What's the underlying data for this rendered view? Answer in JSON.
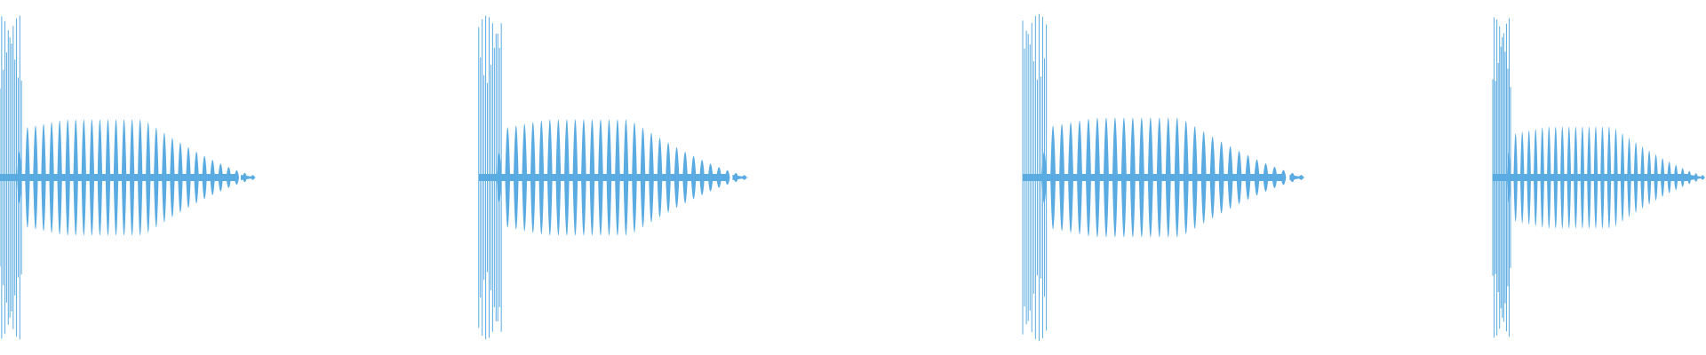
{
  "colors": {
    "background": "#ffffff",
    "waveform": "#5aabe2"
  },
  "chart_data": {
    "type": "area",
    "title": "",
    "xlabel": "",
    "ylabel": "",
    "grid": false,
    "legend": "none",
    "axis_range": {
      "time_s": [
        0,
        3.92
      ],
      "amplitude": [
        -1.0,
        1.0
      ]
    },
    "bursts": [
      {
        "start_s": 0.0,
        "end_s": 0.59,
        "peak_amplitude": 0.97,
        "attack_amplitude": 0.97,
        "body_amplitude": 0.66
      },
      {
        "start_s": 1.1,
        "end_s": 1.72,
        "peak_amplitude": 0.97,
        "attack_amplitude": 0.92,
        "body_amplitude": 0.66
      },
      {
        "start_s": 2.35,
        "end_s": 3.0,
        "peak_amplitude": 0.98,
        "attack_amplitude": 0.95,
        "body_amplitude": 0.68
      },
      {
        "start_s": 3.43,
        "end_s": 3.92,
        "peak_amplitude": 0.96,
        "attack_amplitude": 0.94,
        "body_amplitude": 0.58
      }
    ]
  }
}
